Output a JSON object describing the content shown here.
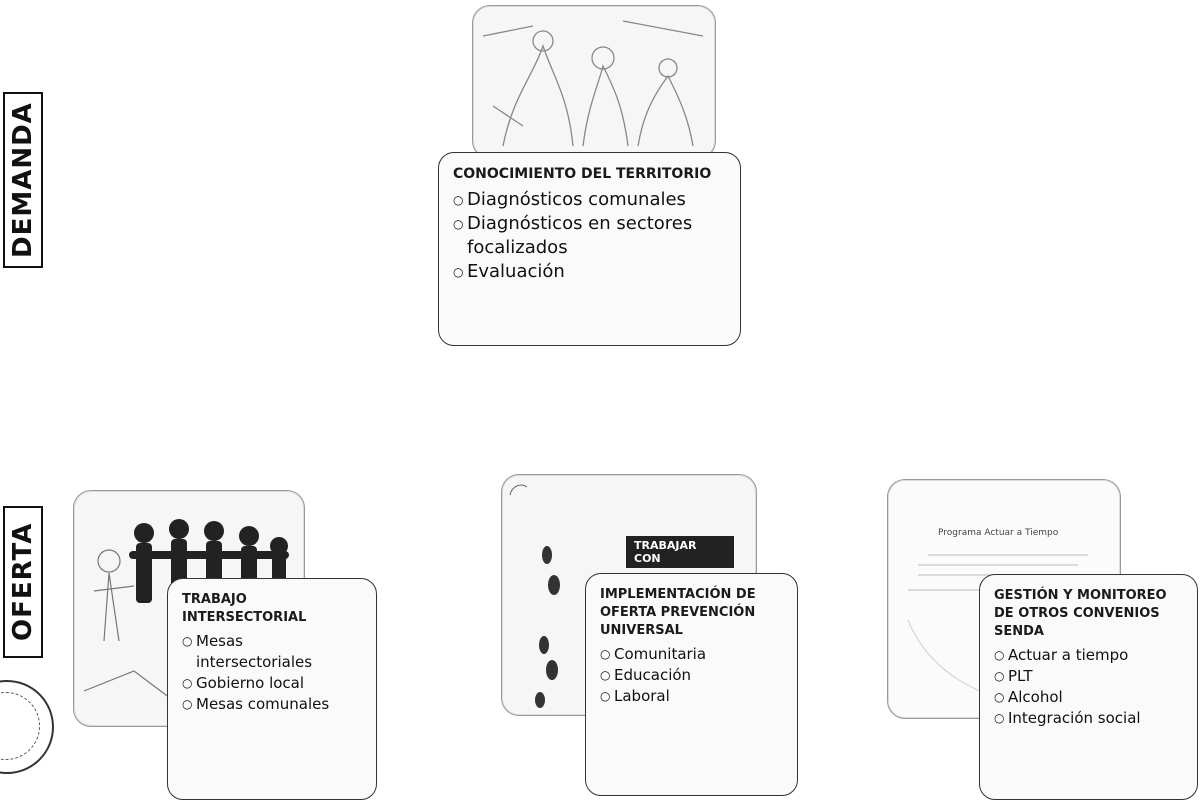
{
  "labels": {
    "demanda": "DEMANDA",
    "oferta": "OFERTA"
  },
  "cards": {
    "territorio": {
      "title": "CONOCIMIENTO DEL TERRITORIO",
      "items": [
        "Diagnósticos comunales",
        "Diagnósticos en sectores focalizados",
        "Evaluación"
      ]
    },
    "intersectorial": {
      "title": "TRABAJO INTERSECTORIAL",
      "items": [
        "Mesas intersectoriales",
        "Gobierno local",
        "Mesas comunales"
      ]
    },
    "prevencion": {
      "title": "IMPLEMENTACIÓN DE OFERTA PREVENCIÓN UNIVERSAL",
      "badge": "TRABAJAR CON",
      "items": [
        "Comunitaria",
        "Educación",
        "Laboral"
      ]
    },
    "gestion": {
      "title": "GESTIÓN Y MONITOREO DE OTROS CONVENIOS SENDA",
      "doc_title": "Programa Actuar a Tiempo",
      "items": [
        "Actuar a tiempo",
        "PLT",
        "Alcohol",
        "Integración social"
      ]
    }
  }
}
